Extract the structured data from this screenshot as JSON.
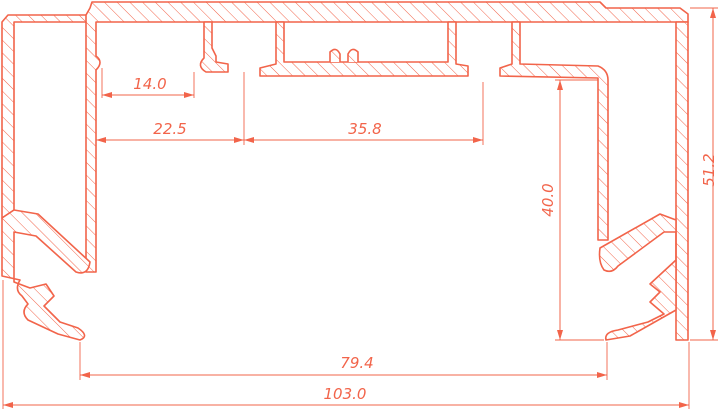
{
  "drawing": {
    "type": "aluminum profile cross-section",
    "line_color": "#f2644a",
    "dimensions": {
      "slot_width": "14.0",
      "left_offset": "22.5",
      "center_channel": "35.8",
      "inner_height": "40.0",
      "overall_height": "51.2",
      "opening_width": "79.4",
      "overall_width": "103.0"
    }
  }
}
